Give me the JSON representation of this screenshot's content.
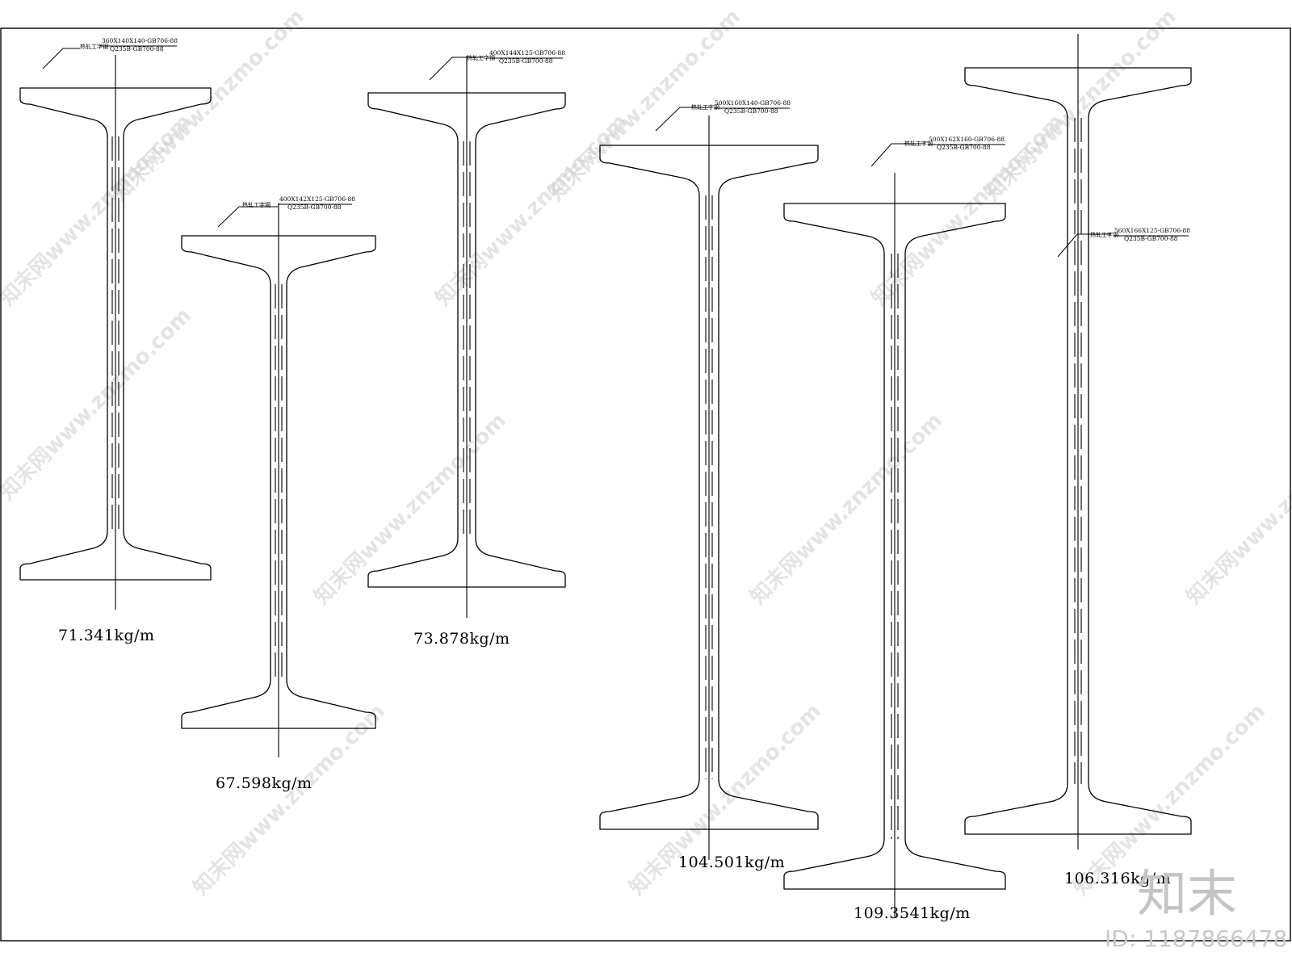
{
  "watermark": {
    "text": "知末网www.znzmo.com",
    "color": "#cfcfcf"
  },
  "brand": {
    "logo_text": "知末",
    "id_text": "ID: 1187866478"
  },
  "beams": [
    {
      "id": "beam1",
      "tag": "热轧工字钢",
      "spec": "360X140X140-GB706-88",
      "material": "Q235B-GB700-88",
      "weight": "71.341kg/m"
    },
    {
      "id": "beam2",
      "tag": "热轧工字钢",
      "spec": "400X142X125-GB706-88",
      "material": "Q235B-GB700-88",
      "weight": "67.598kg/m"
    },
    {
      "id": "beam3",
      "tag": "热轧工字钢",
      "spec": "400X144X125-GB706-88",
      "material": "Q235B-GB700-88",
      "weight": "73.878kg/m"
    },
    {
      "id": "beam4",
      "tag": "热轧工字钢",
      "spec": "500X160X140-GB706-88",
      "material": "Q235B-GB700-88",
      "weight": "104.501kg/m"
    },
    {
      "id": "beam5",
      "tag": "热轧工字钢",
      "spec": "500X162X160-GB706-88",
      "material": "Q235B-GB700-88",
      "weight": "109.3541kg/m"
    },
    {
      "id": "beam6",
      "tag": "热轧工字钢",
      "spec": "560X166X125-GB706-88",
      "material": "Q235B-GB700-88",
      "weight": "106.316kg/m"
    }
  ]
}
